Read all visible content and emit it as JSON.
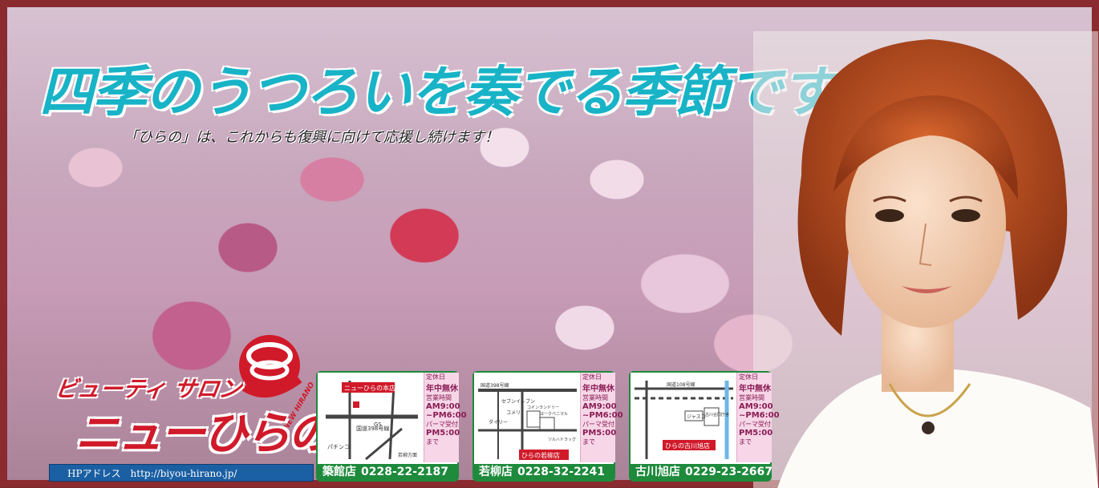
{
  "headline": "四季のうつろいを奏でる季節です",
  "subline": "「ひらの」は、これからも復興に向けて応援し続けます！",
  "logo": {
    "upper": "ビューティ サロン",
    "lower": "ニューひらの",
    "mark_text": "NEW HIRANO"
  },
  "hp": "HPアドレス　http://biyou-hirano.jp/",
  "info_labels": {
    "closed_label": "定休日",
    "closed_value": "年中無休",
    "hours_label": "営業時間",
    "hours_open": "AM9:00",
    "hours_close": "~PM6:00",
    "perm_label": "パーマ受付",
    "perm_value": "PM5:00",
    "perm_suffix": "まで"
  },
  "stores": [
    {
      "name": "築館店",
      "phone": "0228-22-2187",
      "map_tag": "ニューひらの本店",
      "map_labels": [
        "国道398号線",
        "パチンコ",
        "GS",
        "若柳方面"
      ]
    },
    {
      "name": "若柳店",
      "phone": "0228-32-2241",
      "map_tag": "ひらの若柳店",
      "map_labels": [
        "セブンイレブン",
        "コメリ",
        "ダイリー",
        "コインランドリー",
        "ヨークベニマル",
        "ツルハドラッグ",
        "国道398号線"
      ]
    },
    {
      "name": "古川旭店",
      "phone": "0229-23-2667",
      "map_tag": "ひらの古川旭店",
      "map_labels": [
        "国道108号線",
        "ジャスコ",
        "古川合同庁舎"
      ]
    }
  ],
  "colors": {
    "frame": "#8a2b30",
    "headline": "#18b3c7",
    "logo_red": "#d01a2a",
    "store_green": "#1e8a3c",
    "hp_blue": "#1b5fa3"
  }
}
